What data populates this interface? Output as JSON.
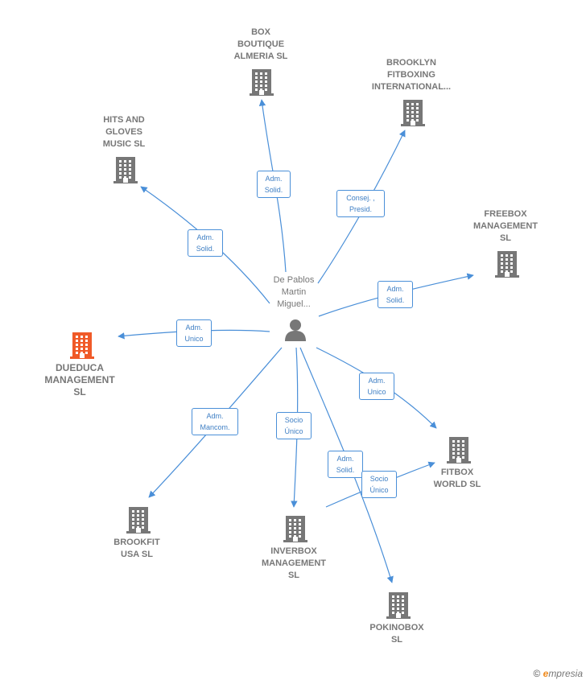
{
  "person": {
    "label": "De Pablos\nMartin\nMiguel..."
  },
  "companies": [
    {
      "id": "box",
      "label": "BOX\nBOUTIQUE\nALMERIA  SL",
      "color": "#777777"
    },
    {
      "id": "brooklyn",
      "label": "BROOKLYN\nFITBOXING\nINTERNATIONAL...",
      "color": "#777777"
    },
    {
      "id": "hits",
      "label": "HITS AND\nGLOVES\nMUSIC  SL",
      "color": "#777777"
    },
    {
      "id": "freebox",
      "label": "FREEBOX\nMANAGEMENT\nSL",
      "color": "#777777"
    },
    {
      "id": "dueduca",
      "label": "DUEDUCA\nMANAGEMENT\nSL",
      "color": "#f05a28"
    },
    {
      "id": "fitbox",
      "label": "FITBOX\nWORLD  SL",
      "color": "#777777"
    },
    {
      "id": "brookfit",
      "label": "BROOKFIT\nUSA  SL",
      "color": "#777777"
    },
    {
      "id": "inverbox",
      "label": "INVERBOX\nMANAGEMENT\nSL",
      "color": "#777777"
    },
    {
      "id": "pokinobox",
      "label": "POKINOBOX\nSL",
      "color": "#777777"
    }
  ],
  "roles": [
    {
      "id": "r_box",
      "label": "Adm.\nSolid."
    },
    {
      "id": "r_brooklyn",
      "label": "Consej. ,\nPresid."
    },
    {
      "id": "r_hits",
      "label": "Adm.\nSolid."
    },
    {
      "id": "r_freebox",
      "label": "Adm.\nSolid."
    },
    {
      "id": "r_dueduca",
      "label": "Adm.\nUnico"
    },
    {
      "id": "r_fitbox",
      "label": "Adm.\nUnico"
    },
    {
      "id": "r_brookfit",
      "label": "Adm.\nMancom."
    },
    {
      "id": "r_inverbox",
      "label": "Socio\nÚnico"
    },
    {
      "id": "r_pokinobox",
      "label": "Adm.\nSolid."
    },
    {
      "id": "r_inv_fitbox",
      "label": "Socio\nÚnico"
    }
  ],
  "colors": {
    "edge": "#4a8fd8",
    "building": "#777777",
    "highlight": "#f05a28"
  },
  "brand": {
    "copyright": "©",
    "name": "mpresia",
    "initial": "e"
  }
}
